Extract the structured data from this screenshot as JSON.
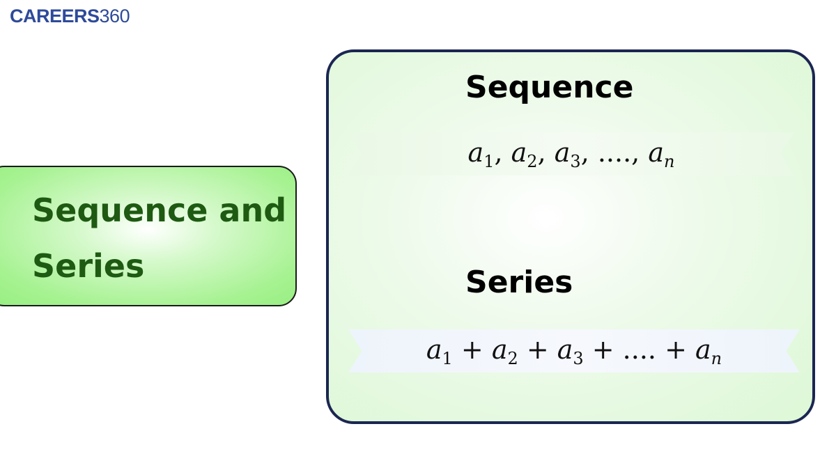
{
  "logo": {
    "bold": "CAREERS",
    "light": "360"
  },
  "left": {
    "line1": "Sequence and",
    "line2": "Series"
  },
  "sequence": {
    "heading": "Sequence",
    "formula": "a₁, a₂, a₃, ...., aₙ",
    "parts": {
      "t1": "a",
      "s1": "1",
      "sep1": ", ",
      "t2": "a",
      "s2": "2",
      "sep2": ", ",
      "t3": "a",
      "s3": "3",
      "sep3": ", ...., ",
      "t4": "a",
      "s4": "n"
    }
  },
  "series": {
    "heading": "Series",
    "formula": "a₁ + a₂ + a₃ + .... + aₙ",
    "parts": {
      "t1": "a",
      "s1": "1",
      "sep1": " + ",
      "t2": "a",
      "s2": "2",
      "sep2": " + ",
      "t3": "a",
      "s3": "3",
      "sep3": " + .... + ",
      "t4": "a",
      "s4": "n"
    }
  },
  "colors": {
    "brand": "#2e4a9a",
    "left_text": "#1e5a12",
    "border": "#1b2652"
  }
}
